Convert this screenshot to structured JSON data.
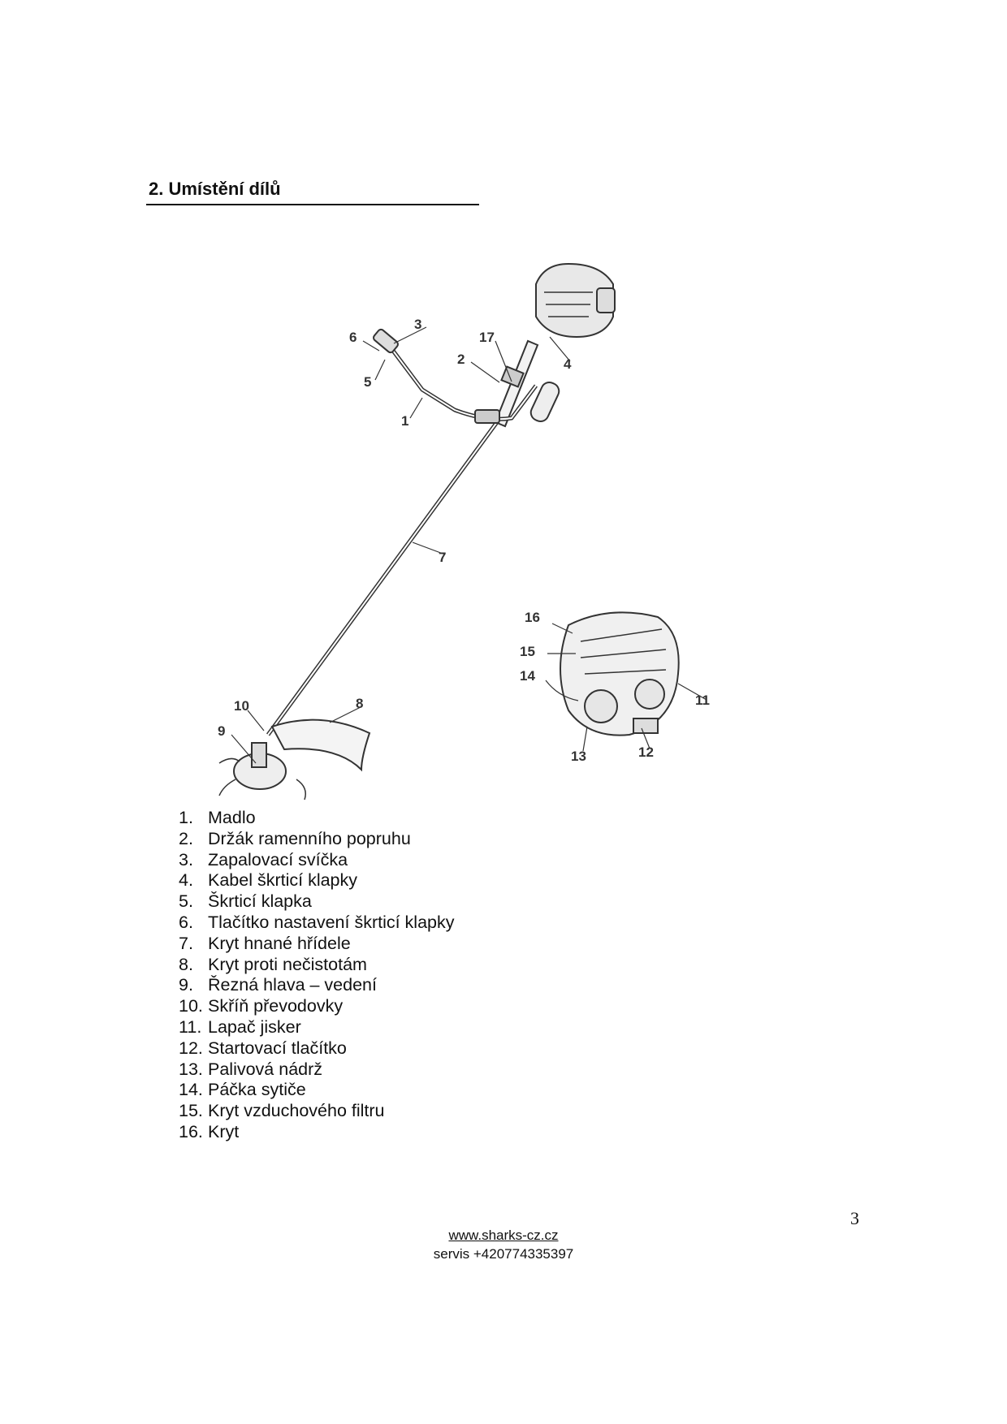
{
  "section": {
    "title": "2.  Umístění dílů"
  },
  "figure": {
    "callouts": [
      "1",
      "2",
      "3",
      "4",
      "5",
      "6",
      "7",
      "8",
      "9",
      "10",
      "11",
      "12",
      "13",
      "14",
      "15",
      "16",
      "17"
    ]
  },
  "parts": [
    {
      "num": "1.",
      "label": "Madlo"
    },
    {
      "num": "2.",
      "label": "Držák ramenního popruhu"
    },
    {
      "num": "3.",
      "label": "Zapalovací svíčka"
    },
    {
      "num": "4.",
      "label": "Kabel škrticí klapky"
    },
    {
      "num": "5.",
      "label": "Škrticí klapka"
    },
    {
      "num": "6.",
      "label": "Tlačítko nastavení škrticí klapky"
    },
    {
      "num": "7.",
      "label": "Kryt hnané hřídele"
    },
    {
      "num": "8.",
      "label": "Kryt proti nečistotám"
    },
    {
      "num": "9.",
      "label": "Řezná hlava – vedení"
    },
    {
      "num": "10.",
      "label": "Skříň převodovky"
    },
    {
      "num": "11.",
      "label": "Lapač jisker"
    },
    {
      "num": "12.",
      "label": "Startovací tlačítko"
    },
    {
      "num": "13.",
      "label": "Palivová nádrž"
    },
    {
      "num": "14.",
      "label": "Páčka sytiče"
    },
    {
      "num": "15.",
      "label": "Kryt vzduchového filtru"
    },
    {
      "num": "16.",
      "label": "Kryt"
    }
  ],
  "footer": {
    "url": "www.sharks-cz.cz",
    "servis": "servis +420774335397"
  },
  "page_number": "3"
}
